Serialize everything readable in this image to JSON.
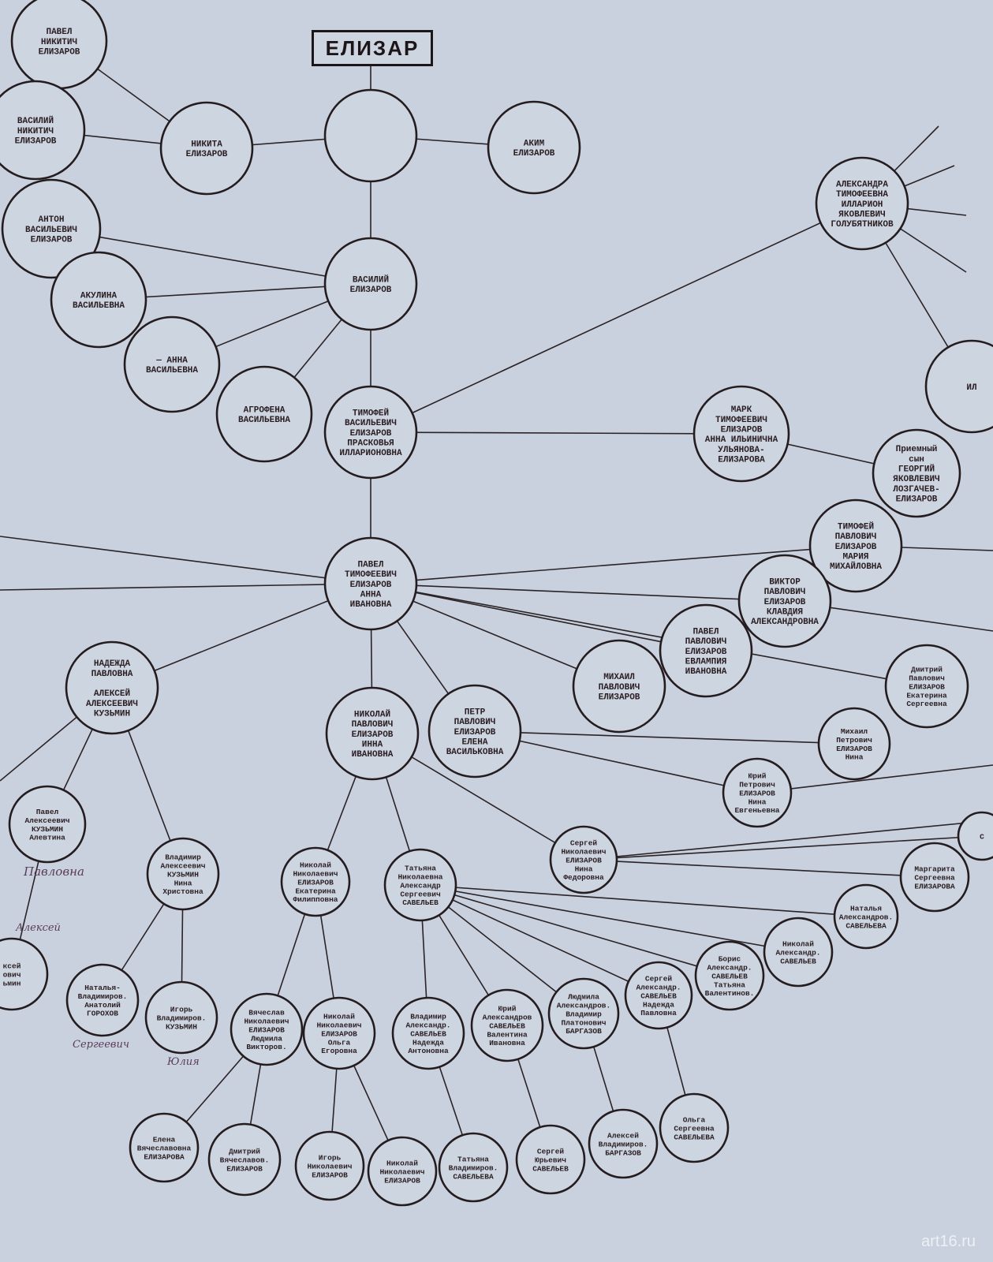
{
  "title": "ЕЛИЗАР",
  "watermark": "art16.ru",
  "handwritten": [
    "Павловна",
    "Сергеевич",
    "Юлия",
    "Алексей"
  ],
  "nodes": {
    "root": [],
    "nikita": [
      "НИКИТА",
      "ЕЛИЗАРОВ"
    ],
    "akim": [
      "АКИМ",
      "ЕЛИЗАРОВ"
    ],
    "pavel_n": [
      "ПАВЕЛ",
      "НИКИТИЧ",
      "ЕЛИЗАРОВ"
    ],
    "vasily_n": [
      "ВАСИЛИЙ",
      "НИКИТИЧ",
      "ЕЛИЗАРОВ"
    ],
    "anton": [
      "АНТОН",
      "ВАСИЛЬЕВИЧ",
      "ЕЛИЗАРОВ"
    ],
    "vasily": [
      "ВАСИЛИЙ",
      "ЕЛИЗАРОВ"
    ],
    "akulina": [
      "АКУЛИНА",
      "ВАСИЛЬЕВНА"
    ],
    "anna_v": [
      "— АННА",
      "ВАСИЛЬЕВНА"
    ],
    "agrofena": [
      "АГРОФЕНА",
      "ВАСИЛЬЕВНА"
    ],
    "timofey": [
      "ТИМОФЕЙ",
      "ВАСИЛЬЕВИЧ",
      "ЕЛИЗАРОВ",
      "ПРАСКОВЬЯ",
      "ИЛЛАРИОНОВНА"
    ],
    "alexandra": [
      "АЛЕКСАНДРА",
      "ТИМОФЕЕВНА",
      "ИЛЛАРИОН",
      "ЯКОВЛЕВИЧ",
      "ГОЛУБЯТНИКОВ"
    ],
    "ill": [
      "ИЛ"
    ],
    "mark": [
      "МАРК",
      "ТИМОФЕЕВИЧ",
      "ЕЛИЗАРОВ",
      "АННА ИЛЬИНИЧНА",
      "УЛЬЯНОВА-",
      "ЕЛИЗАРОВА"
    ],
    "georgy": [
      "Приемный",
      "сын",
      "ГЕОРГИЙ",
      "ЯКОВЛЕВИЧ",
      "ЛОЗГАЧЕВ-",
      "ЕЛИЗАРОВ"
    ],
    "pavel_t": [
      "ПАВЕЛ",
      "ТИМОФЕЕВИЧ",
      "ЕЛИЗАРОВ",
      "АННА",
      "ИВАНОВНА"
    ],
    "timofey_p": [
      "ТИМОФЕЙ",
      "ПАВЛОВИЧ",
      "ЕЛИЗАРОВ",
      "МАРИЯ",
      "МИХАЙЛОВНА"
    ],
    "viktor": [
      "ВИКТОР",
      "ПАВЛОВИЧ",
      "ЕЛИЗАРОВ",
      "КЛАВДИЯ",
      "АЛЕКСАНДРОВНА"
    ],
    "pavel_p": [
      "ПАВЕЛ",
      "ПАВЛОВИЧ",
      "ЕЛИЗАРОВ",
      "ЕВЛАМПИЯ",
      "ИВАНОВНА"
    ],
    "mikhail_p": [
      "МИХАИЛ",
      "ПАВЛОВИЧ",
      "ЕЛИЗАРОВ"
    ],
    "dmitry_p": [
      "Дмитрий",
      "Павлович",
      "ЕЛИЗАРОВ",
      "Екатерина",
      "Сергеевна"
    ],
    "nadezhda": [
      "НАДЕЖДА",
      "ПАВЛОВНА",
      "",
      "АЛЕКСЕЙ",
      "АЛЕКСЕЕВИЧ",
      "КУЗЬМИН"
    ],
    "nikolay_p": [
      "НИКОЛАЙ",
      "ПАВЛОВИЧ",
      "ЕЛИЗАРОВ",
      "ИННА",
      "ИВАНОВНА"
    ],
    "petr": [
      "ПЕТР",
      "ПАВЛОВИЧ",
      "ЕЛИЗАРОВ",
      "ЕЛЕНА",
      "ВАСИЛЬКОВНА"
    ],
    "mikhail_pe": [
      "Михаил",
      "Петрович",
      "ЕЛИЗАРОВ",
      "Нина"
    ],
    "yuri": [
      "Юрий",
      "Петрович",
      "ЕЛИЗАРОВ",
      "Нина",
      "Евгеньевна"
    ],
    "pavel_a": [
      "Павел",
      "Алексеевич",
      "КУЗЬМИН",
      "Алевтина"
    ],
    "vladimir_a": [
      "Владимир",
      "Алексеевич",
      "КУЗЬМИН",
      "Нина",
      "Христовна"
    ],
    "sergey_n": [
      "Сергей",
      "Николаевич",
      "ЕЛИЗАРОВ",
      "Нина",
      "Федоровна"
    ],
    "margarita": [
      "Маргарита",
      "Сергеевна",
      "ЕЛИЗАРОВА"
    ],
    "partial_c": [
      "С"
    ],
    "nikolay_n": [
      "Николай",
      "Николаевич",
      "ЕЛИЗАРОВ",
      "Екатерина",
      "Филипповна"
    ],
    "tatyana_n": [
      "Татьяна",
      "Николаевна",
      "Александр",
      "Сергеевич",
      "САВЕЛЬЕВ"
    ],
    "natalya_a": [
      "Наталья",
      "Александров.",
      "САВЕЛЬЕВА"
    ],
    "nikolay_a": [
      "Николай",
      "Александр.",
      "САВЕЛЬЕВ"
    ],
    "boris": [
      "Борис",
      "Александр.",
      "САВЕЛЬЕВ",
      "Татьяна",
      "Валентинов."
    ],
    "sergey_a": [
      "Сергей",
      "Александр.",
      "САВЕЛЬЕВ",
      "Надежда",
      "Павловна"
    ],
    "lyudmila": [
      "Людмила",
      "Александров.",
      "Владимир",
      "Платонович",
      "БАРГАЗОВ"
    ],
    "yuri_a": [
      "Юрий",
      "Александров",
      "САВЕЛЬЕВ",
      "Валентина",
      "Ивановна"
    ],
    "vladimir_as": [
      "Владимир",
      "Александр.",
      "САВЕЛЬЕВ",
      "Надежда",
      "Антоновна"
    ],
    "natalya_v": [
      "Наталья-",
      "Владимиров.",
      "Анатолий",
      "ГОРОХОВ"
    ],
    "igor_v": [
      "Игорь",
      "Владимиров.",
      "КУЗЬМИН"
    ],
    "aleksey_k": [
      "ксей",
      "ович",
      "ьмин"
    ],
    "vyacheslav": [
      "Вячеслав",
      "Николаевич",
      "ЕЛИЗАРОВ",
      "Людмила",
      "Викторов."
    ],
    "nikolay_nn": [
      "Николай",
      "Николаевич",
      "ЕЛИЗАРОВ",
      "Ольга",
      "Егоровна"
    ],
    "elena": [
      "Елена",
      "Вячеславовна",
      "ЕЛИЗАРОВА"
    ],
    "dmitry_v": [
      "Дмитрий",
      "Вячеславов.",
      "ЕЛИЗАРОВ"
    ],
    "igor_n": [
      "Игорь",
      "Николаевич",
      "ЕЛИЗАРОВ"
    ],
    "nikolay_nnn": [
      "Николай",
      "Николаевич",
      "ЕЛИЗАРОВ"
    ],
    "tatyana_v": [
      "Татьяна",
      "Владимиров.",
      "САВЕЛЬЕВА"
    ],
    "sergey_yu": [
      "Сергей",
      "Юрьевич",
      "САВЕЛЬЕВ"
    ],
    "aleksey_v": [
      "Алексей",
      "Владимиров.",
      "БАРГАЗОВ"
    ],
    "olga_s": [
      "Ольга",
      "Сергеевна",
      "САВЕЛЬЕВА"
    ]
  },
  "edges": [
    [
      "title",
      "root"
    ],
    [
      "root",
      "nikita"
    ],
    [
      "root",
      "akim"
    ],
    [
      "root",
      "vasily"
    ],
    [
      "nikita",
      "pavel_n"
    ],
    [
      "nikita",
      "vasily_n"
    ],
    [
      "vasily",
      "anton"
    ],
    [
      "vasily",
      "akulina"
    ],
    [
      "vasily",
      "anna_v"
    ],
    [
      "vasily",
      "agrofena"
    ],
    [
      "vasily",
      "timofey"
    ],
    [
      "timofey",
      "alexandra"
    ],
    [
      "timofey",
      "mark"
    ],
    [
      "timofey",
      "pavel_t"
    ],
    [
      "alexandra",
      "ill"
    ],
    [
      "alexandra",
      "off_a1"
    ],
    [
      "alexandra",
      "off_a2"
    ],
    [
      "alexandra",
      "off_a3"
    ],
    [
      "alexandra",
      "off_a4"
    ],
    [
      "mark",
      "georgy"
    ],
    [
      "pavel_t",
      "off_l1"
    ],
    [
      "pavel_t",
      "off_l2"
    ],
    [
      "pavel_t",
      "timofey_p"
    ],
    [
      "pavel_t",
      "viktor"
    ],
    [
      "pavel_t",
      "pavel_p"
    ],
    [
      "pavel_t",
      "mikhail_p"
    ],
    [
      "pavel_t",
      "dmitry_p"
    ],
    [
      "timofey_p",
      "off_r1"
    ],
    [
      "viktor",
      "off_r2"
    ],
    [
      "pavel_t",
      "nadezhda"
    ],
    [
      "pavel_t",
      "nikolay_p"
    ],
    [
      "pavel_t",
      "petr"
    ],
    [
      "nadezhda",
      "off_l3"
    ],
    [
      "nadezhda",
      "pavel_a"
    ],
    [
      "nadezhda",
      "vladimir_a"
    ],
    [
      "petr",
      "mikhail_pe"
    ],
    [
      "petr",
      "yuri"
    ],
    [
      "yuri",
      "off_r3"
    ],
    [
      "nikolay_p",
      "nikolay_n"
    ],
    [
      "nikolay_p",
      "tatyana_n"
    ],
    [
      "nikolay_p",
      "sergey_n"
    ],
    [
      "sergey_n",
      "off_r4"
    ],
    [
      "sergey_n",
      "partial_c"
    ],
    [
      "sergey_n",
      "margarita"
    ],
    [
      "tatyana_n",
      "natalya_a"
    ],
    [
      "tatyana_n",
      "nikolay_a"
    ],
    [
      "tatyana_n",
      "boris"
    ],
    [
      "tatyana_n",
      "sergey_a"
    ],
    [
      "tatyana_n",
      "lyudmila"
    ],
    [
      "tatyana_n",
      "yuri_a"
    ],
    [
      "tatyana_n",
      "vladimir_as"
    ],
    [
      "pavel_a",
      "aleksey_k"
    ],
    [
      "vladimir_a",
      "natalya_v"
    ],
    [
      "vladimir_a",
      "igor_v"
    ],
    [
      "nikolay_n",
      "vyacheslav"
    ],
    [
      "nikolay_n",
      "nikolay_nn"
    ],
    [
      "vyacheslav",
      "elena"
    ],
    [
      "vyacheslav",
      "dmitry_v"
    ],
    [
      "nikolay_nn",
      "igor_n"
    ],
    [
      "nikolay_nn",
      "nikolay_nnn"
    ],
    [
      "vladimir_as",
      "tatyana_v"
    ],
    [
      "yuri_a",
      "sergey_yu"
    ],
    [
      "lyudmila",
      "aleksey_v"
    ],
    [
      "sergey_a",
      "olga_s"
    ]
  ]
}
